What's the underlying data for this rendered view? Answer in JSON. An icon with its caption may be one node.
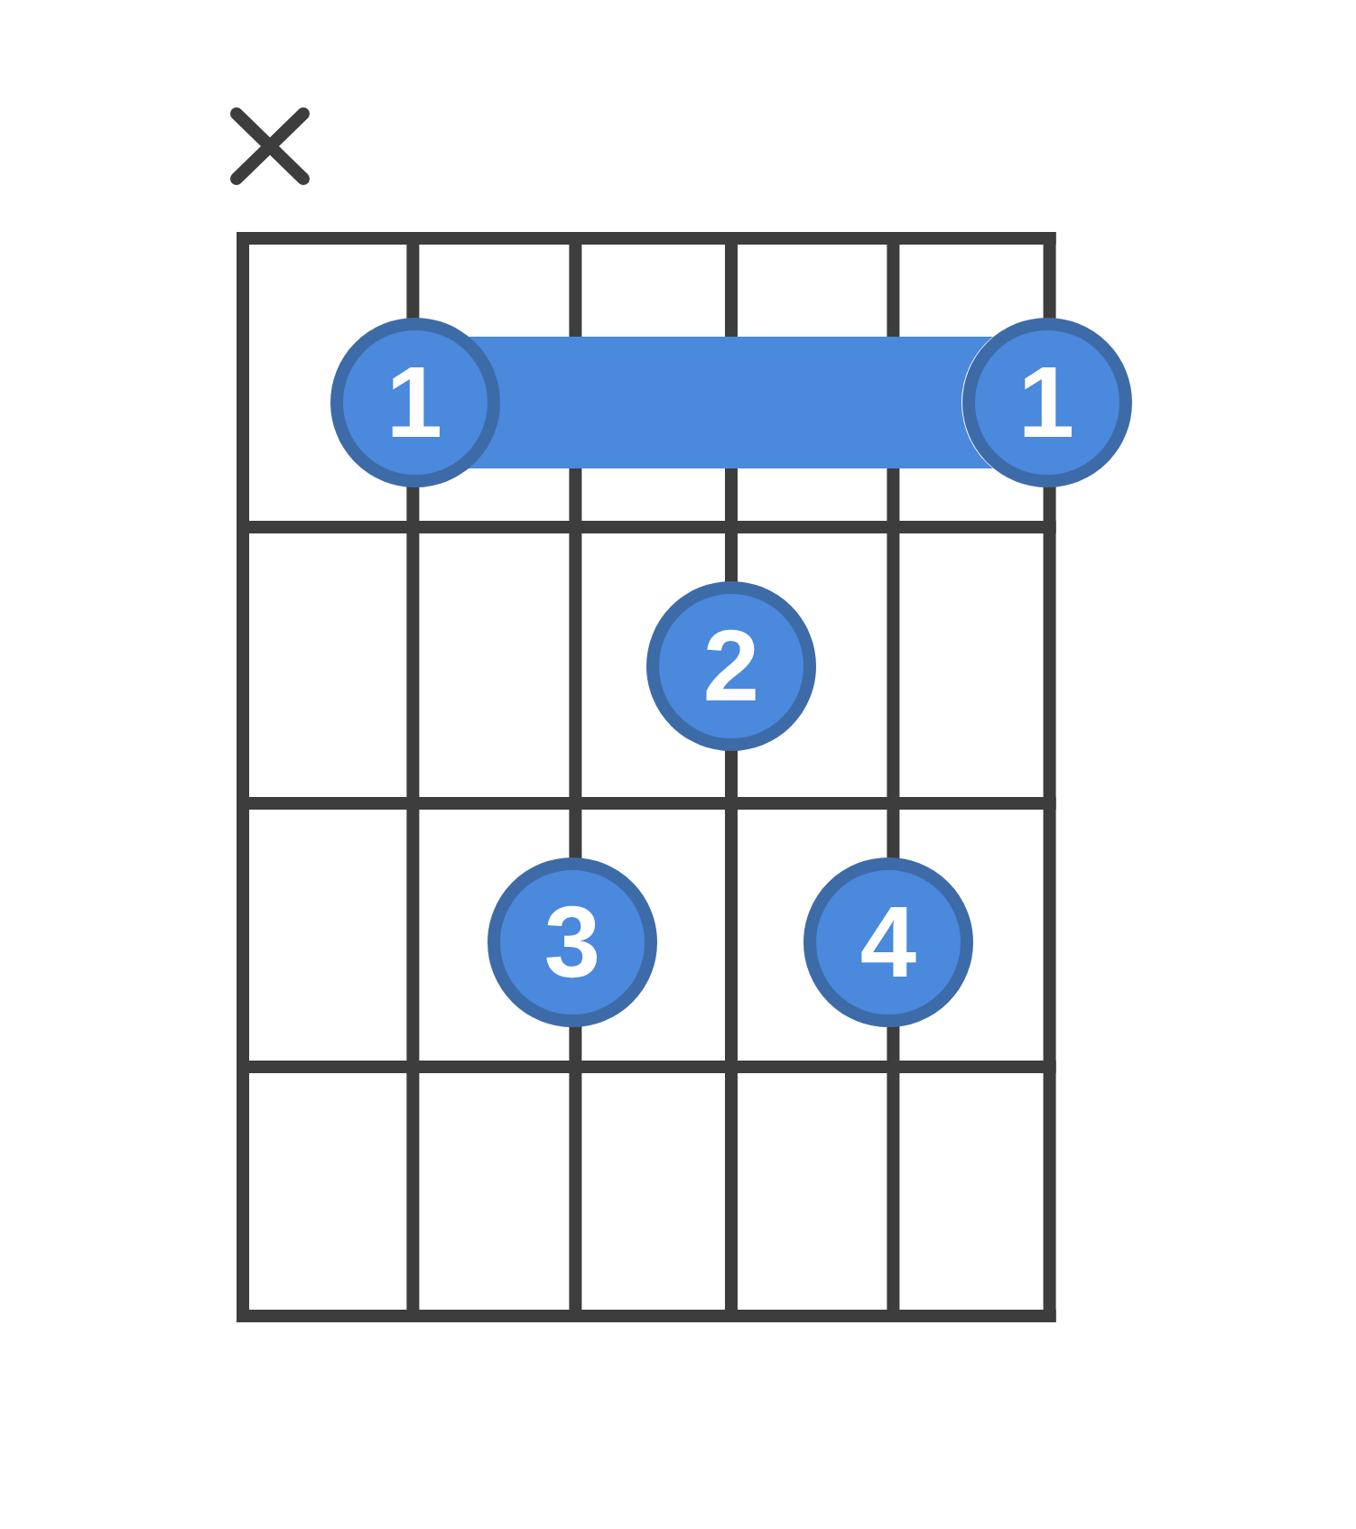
{
  "diagram": {
    "nodes": [
      {
        "text": [
          "1"
        ]
      },
      {
        "text": [
          "1"
        ]
      },
      {
        "text": [
          "2"
        ]
      },
      {
        "text": [
          "3"
        ]
      },
      {
        "text": [
          "4"
        ]
      }
    ],
    "edges": [
      {
        "from": 0,
        "to": 1,
        "arrow": "none",
        "style": "thick"
      }
    ]
  }
}
